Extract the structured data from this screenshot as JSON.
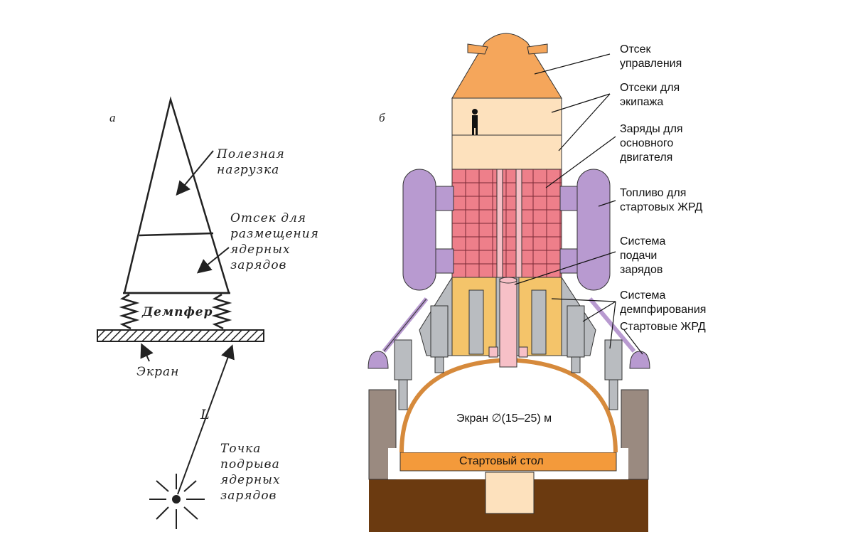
{
  "panels": {
    "a": {
      "letter": "а",
      "labels": {
        "payload": "Полезная\nнагрузка",
        "charges_compartment": "Отсек для\nразмещения\nядерных\nзарядов",
        "damper": "Демпфер",
        "screen": "Экран",
        "distance": "L",
        "detonation_point": "Точка\nподрыва\nядерных\nзарядов"
      }
    },
    "b": {
      "letter": "б",
      "callouts": {
        "control": "Отсек\nуправления",
        "crew": "Отсеки для\nэкипажа",
        "charges": "Заряды для\nосновного\nдвигателя",
        "fuel": "Топливо для\nстартовых ЖРД",
        "feed": "Система\nподачи\nзарядов",
        "damping": "Система\nдемпфирования",
        "engines": "Стартовые ЖРД"
      },
      "screen_label": "Экран ∅(15–25) м",
      "launch_table": "Стартовый стол"
    }
  },
  "colors": {
    "nose": "#f5a65b",
    "crew": "#fde1bd",
    "charges": "#ee7f8a",
    "tanks": "#b89ad0",
    "feed": "#f7c0c7",
    "engines": "#b9bcc0",
    "damping": "#f4c46a",
    "screen": "#d68a3c",
    "launch_table": "#f39a3b",
    "ground": "#6b3a10",
    "pad_wall": "#9a8a80"
  }
}
